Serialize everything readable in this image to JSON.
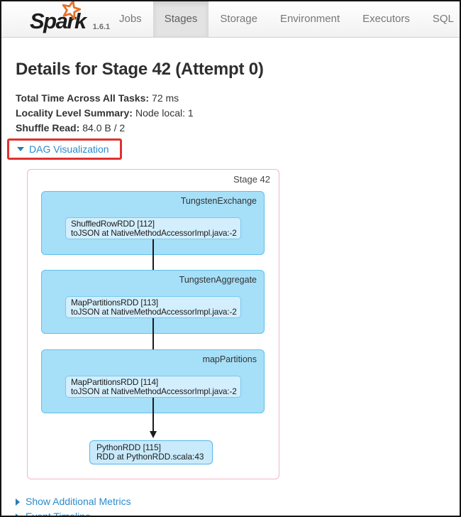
{
  "navbar": {
    "brand": "Spark",
    "version": "1.6.1",
    "tabs": [
      {
        "label": "Jobs",
        "active": false
      },
      {
        "label": "Stages",
        "active": true
      },
      {
        "label": "Storage",
        "active": false
      },
      {
        "label": "Environment",
        "active": false
      },
      {
        "label": "Executors",
        "active": false
      },
      {
        "label": "SQL",
        "active": false
      }
    ]
  },
  "page": {
    "title": "Details for Stage 42 (Attempt 0)",
    "summary": [
      {
        "label": "Total Time Across All Tasks:",
        "value": "72 ms"
      },
      {
        "label": "Locality Level Summary:",
        "value": "Node local: 1"
      },
      {
        "label": "Shuffle Read:",
        "value": "84.0 B / 2"
      }
    ],
    "dag_toggle_label": "DAG Visualization",
    "show_metrics_label": "Show Additional Metrics",
    "event_timeline_label": "Event Timeline"
  },
  "dag": {
    "stage_label": "Stage 42",
    "clusters": [
      {
        "label": "TungstenExchange",
        "node": {
          "line1": "ShuffledRowRDD [112]",
          "line2": "toJSON at NativeMethodAccessorImpl.java:-2"
        }
      },
      {
        "label": "TungstenAggregate",
        "node": {
          "line1": "MapPartitionsRDD [113]",
          "line2": "toJSON at NativeMethodAccessorImpl.java:-2"
        }
      },
      {
        "label": "mapPartitions",
        "node": {
          "line1": "MapPartitionsRDD [114]",
          "line2": "toJSON at NativeMethodAccessorImpl.java:-2"
        }
      }
    ],
    "final_node": {
      "line1": "PythonRDD [115]",
      "line2": "RDD at PythonRDD.scala:43"
    }
  },
  "colors": {
    "link_blue": "#2a8bcc",
    "highlight_red": "#e0312e",
    "cluster_fill": "#a6dff8",
    "cluster_border": "#5fc0ed",
    "node_fill": "#d3eefc",
    "node_border": "#79c8f0",
    "stage_panel_border": "#f4b6c3",
    "spark_orange": "#e8702a",
    "active_tab_bg": "#e3e3e3",
    "arrow_black": "#1c1c1c"
  }
}
